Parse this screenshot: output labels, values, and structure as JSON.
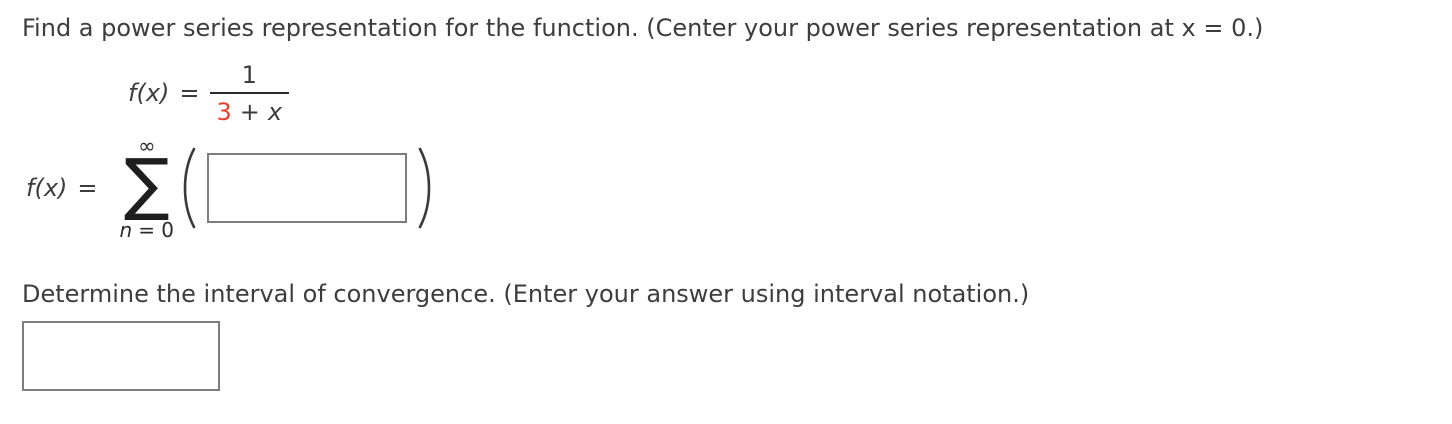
{
  "page": {
    "instruction_top": "Find a power series representation for the function. (Center your power series representation at x = 0.)",
    "instruction_bottom": "Determine the interval of convergence. (Enter your answer using interval notation.)"
  },
  "function_def": {
    "lhs": "f(x)",
    "equals": "=",
    "numerator": "1",
    "den_coefficient": "3",
    "den_operator": "+",
    "den_variable": "x"
  },
  "series": {
    "lhs": "f(x)",
    "equals": "=",
    "sigma_symbol": "∑",
    "upper_limit": "∞",
    "lower_index_variable": "n",
    "lower_index_rest": "= 0",
    "open_paren": "(",
    "close_paren": ")",
    "answer_value": ""
  },
  "interval": {
    "answer_value": ""
  },
  "colors": {
    "text": "#3d3d3d",
    "highlight_red": "#e8402c",
    "box_border": "#7d7d7d",
    "fraction_bar": "#2b2b2b"
  }
}
